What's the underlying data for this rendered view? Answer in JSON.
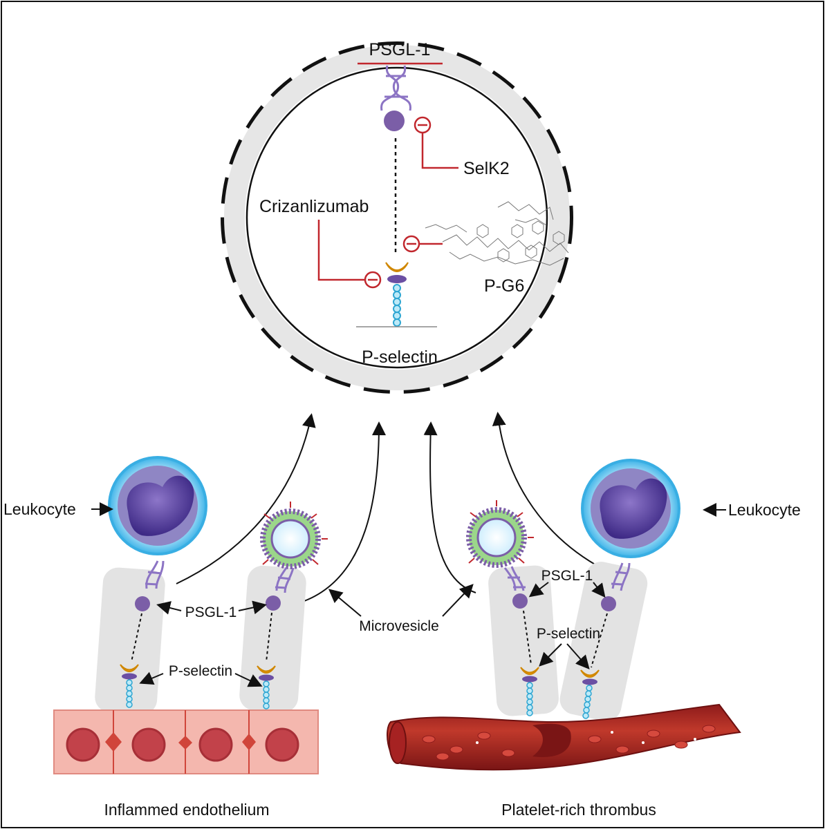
{
  "zoom": {
    "psgl1": "PSGL-1",
    "selk2": "SelK2",
    "crizanlizumab": "Crizanlizumab",
    "pg6": "P-G6",
    "pselectin": "P-selectin",
    "inhibit_symbol": "⊖"
  },
  "left_panel": {
    "leukocyte": "Leukocyte",
    "psgl1": "PSGL-1",
    "pselectin": "P-selectin",
    "caption": "Inflammed endothelium"
  },
  "center": {
    "microvesicle": "Microvesicle"
  },
  "right_panel": {
    "leukocyte": "Leukocyte",
    "psgl1": "PSGL-1",
    "pselectin": "P-selectin",
    "caption": "Platelet-rich thrombus"
  },
  "colors": {
    "inhibit_red": "#c1272d",
    "psgl1_purple": "#7b5ea7",
    "selectin_gold": "#f2a900",
    "stalk_blue": "#5bc8e8",
    "zoom_ring_gray": "#e6e6e6",
    "endothelium_pink": "#f4b7ae",
    "vessel_red": "#c0392b"
  }
}
